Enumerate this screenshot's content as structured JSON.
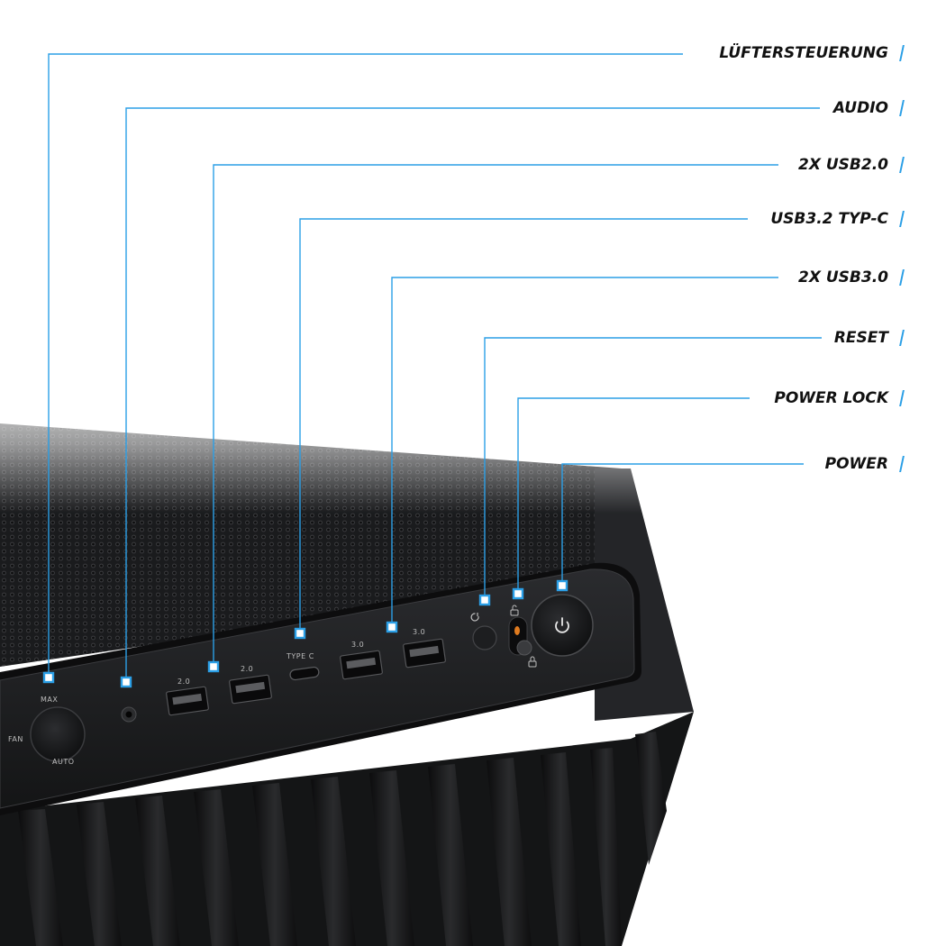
{
  "callouts": [
    {
      "label": "LÜFTERSTEUERUNG"
    },
    {
      "label": "AUDIO"
    },
    {
      "label": "2X USB2.0"
    },
    {
      "label": "USB3.2 TYP-C"
    },
    {
      "label": "2X USB3.0"
    },
    {
      "label": "RESET"
    },
    {
      "label": "POWER LOCK"
    },
    {
      "label": "POWER"
    }
  ],
  "panel": {
    "fan_max": "MAX",
    "fan_auto": "AUTO",
    "fan_label": "FAN",
    "usb2_left": "2.0",
    "usb2_right": "2.0",
    "type_c": "TYPE C",
    "usb3_left": "3.0",
    "usb3_right": "3.0"
  },
  "colors": {
    "callout_line": "#2b9fe6",
    "case_body": "#1b1c1e",
    "text": "#111111"
  }
}
